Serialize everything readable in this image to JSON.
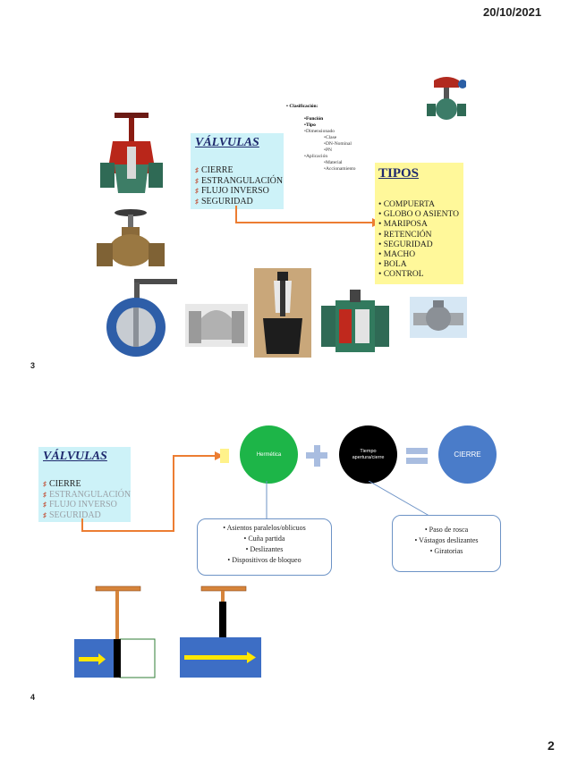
{
  "header": {
    "date": "20/10/2021"
  },
  "footer": {
    "page_number": "2"
  },
  "slide3": {
    "number": "3",
    "valvulas_title": "VÁLVULAS",
    "valvulas_items": [
      "CIERRE",
      "ESTRANGULACIÓN",
      "FLUJO INVERSO",
      "SEGURIDAD"
    ],
    "clasificacion": {
      "heading": "Clasificación:",
      "funcion": "Función",
      "tipo": "Tipo",
      "dimensionado": "Dimensionado",
      "dimensionado_sub": [
        "Clase",
        "DN-Nominal",
        "PN"
      ],
      "aplicacion": "Aplicación",
      "aplicacion_sub": [
        "Material",
        "Accionamiento"
      ]
    },
    "tipos_title": "TIPOS",
    "tipos_items": [
      "COMPUERTA",
      "GLOBO O ASIENTO",
      "MARIPOSA",
      "RETENCIÓN",
      "SEGURIDAD",
      "MACHO",
      "BOLA",
      "CONTROL"
    ]
  },
  "slide4": {
    "number": "4",
    "valvulas_title": "VÁLVULAS",
    "valvulas_items": [
      "CIERRE",
      "ESTRANGULACIÓN",
      "FLUJO INVERSO",
      "SEGURIDAD"
    ],
    "circle_hermetica": "Hermética",
    "circle_tiempo": "Tiempo apertura/cierre",
    "circle_cierre": "CIERRE",
    "box_left": [
      "Asientos paralelos/oblicuos",
      "Cuña partida",
      "Deslizantes",
      "Dispositivos de bloqueo"
    ],
    "box_right": [
      "Paso de rosca",
      "Vástagos deslizantes",
      "Giratorias"
    ]
  },
  "colors": {
    "green": "#1db548",
    "black": "#000000",
    "blue": "#4a7cc9",
    "orange": "#ec7d32",
    "cyan_box": "#cdf2f8",
    "yellow_box": "#fff89a",
    "pipe_blue": "#3d6ec5",
    "arrow_yellow": "#ffe600"
  }
}
